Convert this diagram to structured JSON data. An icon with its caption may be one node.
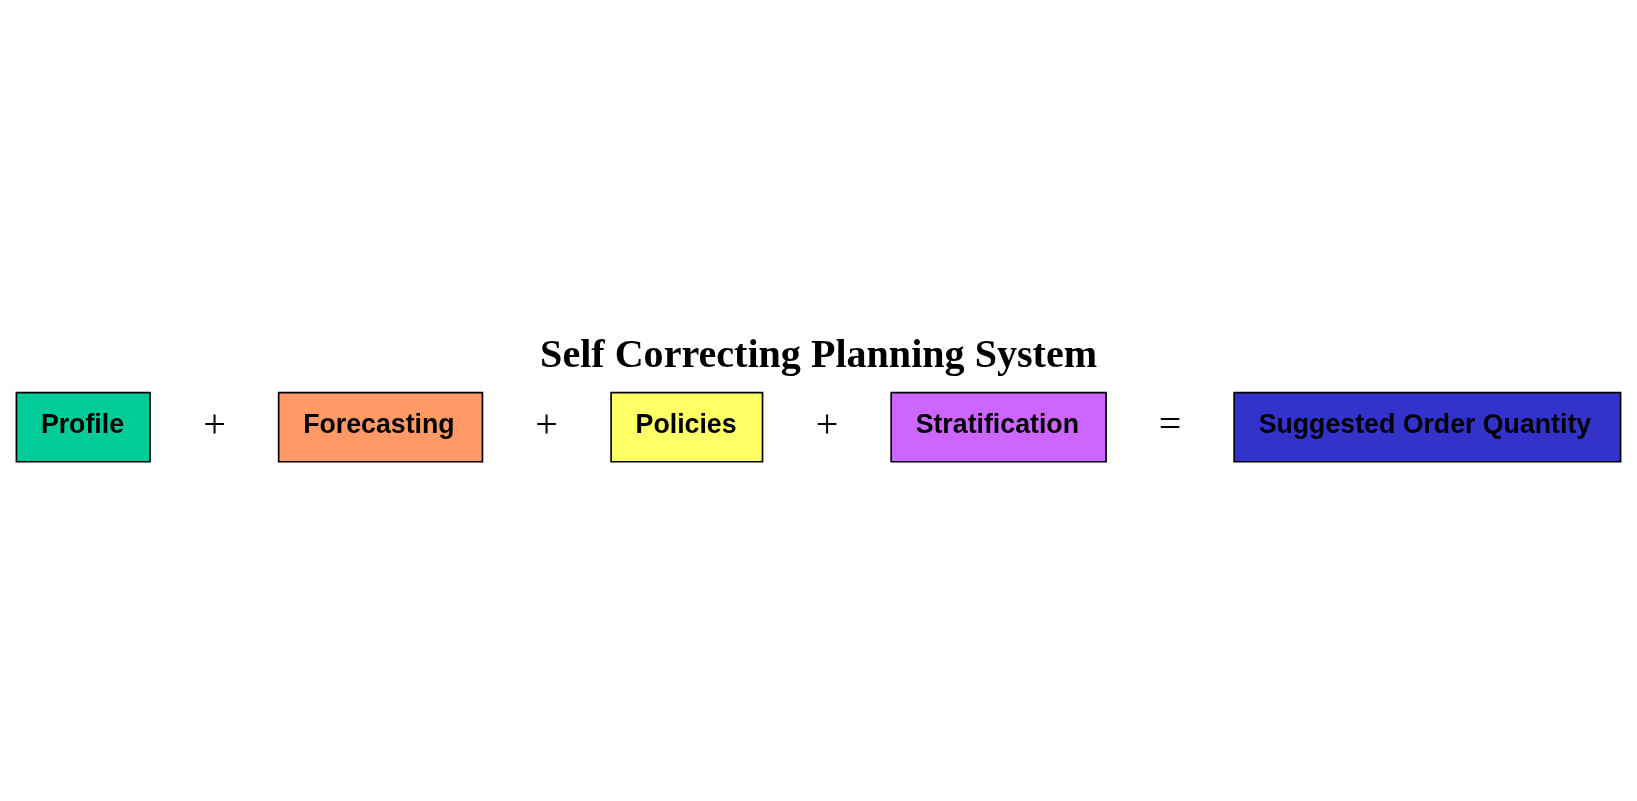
{
  "diagram": {
    "title": "Self Correcting Planning System",
    "nodes": [
      {
        "text": [
          "Profile"
        ]
      },
      {
        "text": [
          "Forecasting"
        ]
      },
      {
        "text": [
          "Policies"
        ]
      },
      {
        "text": [
          "Stratification"
        ]
      },
      {
        "text": [
          "Suggested Order Quantity"
        ]
      }
    ],
    "labels": [
      "+",
      "+",
      "+",
      "="
    ]
  }
}
